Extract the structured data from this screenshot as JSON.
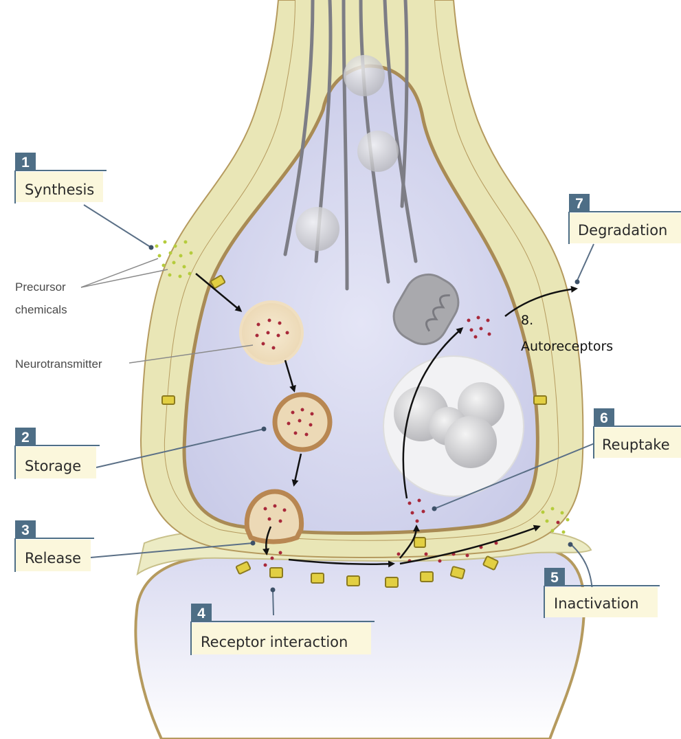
{
  "steps": [
    {
      "number": "1",
      "label": "Synthesis"
    },
    {
      "number": "2",
      "label": "Storage"
    },
    {
      "number": "3",
      "label": "Release"
    },
    {
      "number": "4",
      "label": "Receptor interaction"
    },
    {
      "number": "5",
      "label": "Inactivation"
    },
    {
      "number": "6",
      "label": "Reuptake"
    },
    {
      "number": "7",
      "label": "Degradation"
    }
  ],
  "labels": {
    "precursor_line1": "Precursor",
    "precursor_line2": "chemicals",
    "neurotransmitter": "Neurotransmitter",
    "autoreceptors_line1": "8.",
    "autoreceptors_line2": "Autoreceptors"
  },
  "colors": {
    "membrane": "#e9e6b6",
    "membrane_edge": "#b59a5e",
    "cytoplasm": "#d6d7ef",
    "step_box_header": "#4e6e86",
    "step_box_fill": "#fbf7dc",
    "transmitter_dot": "#a8283a",
    "precursor_dot": "#b5cc3c",
    "receptor": "#e2cf42"
  }
}
